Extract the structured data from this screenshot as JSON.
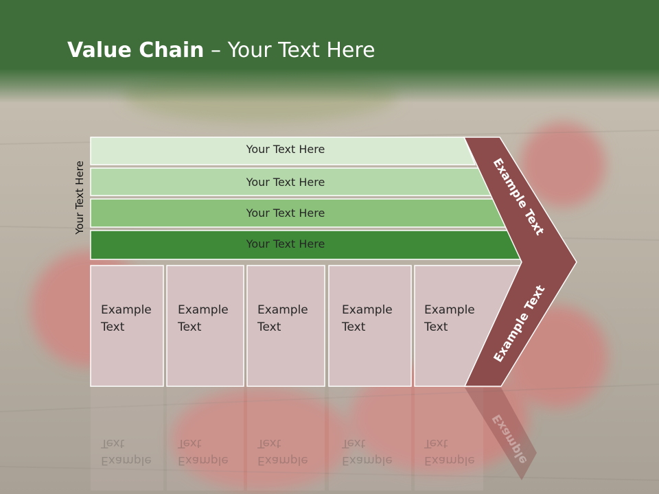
{
  "title": {
    "bold": "Value Chain",
    "rest": " – Your Text Here"
  },
  "side_label": "Your Text Here",
  "bars": [
    "Your Text Here",
    "Your Text Here",
    "Your Text Here",
    "Your Text Here"
  ],
  "columns": [
    {
      "line1": "Example",
      "line2": "Text"
    },
    {
      "line1": "Example",
      "line2": "Text"
    },
    {
      "line1": "Example",
      "line2": "Text"
    },
    {
      "line1": "Example",
      "line2": "Text"
    },
    {
      "line1": "Example",
      "line2": "Text"
    }
  ],
  "chevron": {
    "upper": "Example Text",
    "lower": "Example Text",
    "reflection": "Example"
  },
  "colors": {
    "header_green": "#3f6e3a",
    "bar_1": "#d9ead3",
    "bar_2": "#b4d8aa",
    "bar_3": "#8cc17c",
    "bar_4": "#3e8a38",
    "column_fill": "#d6c1c2",
    "chevron": "#8c4c4c"
  }
}
